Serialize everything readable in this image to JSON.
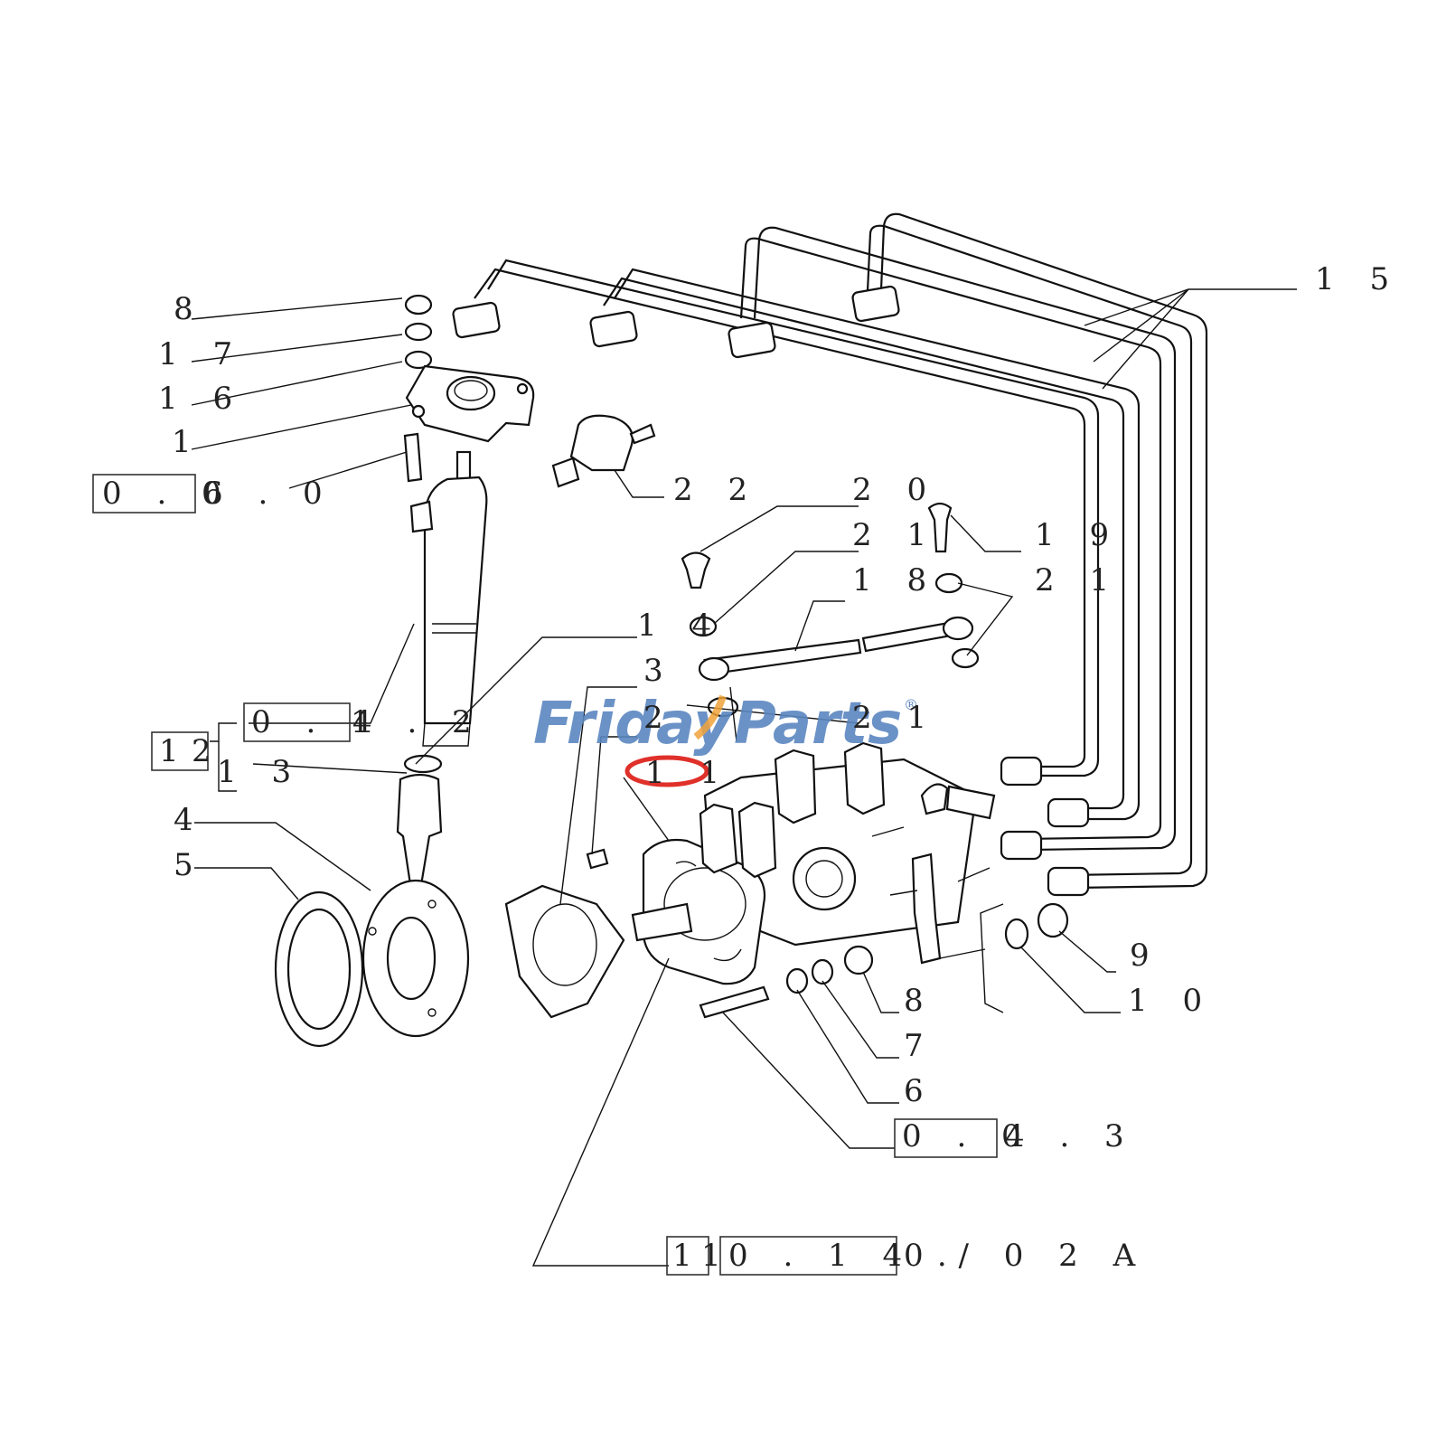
{
  "labels": {
    "l15": "1 5",
    "l8a": "8",
    "l17": "1 7",
    "l16": "1 6",
    "l1": "1",
    "ref060a": "0 . 0",
    "ref060b": "6 . 0",
    "l22": "2 2",
    "l20": "2 0",
    "l21a": "2 1",
    "l19": "1 9",
    "l18": "1 8",
    "l21b": "2 1",
    "l14": "1 4",
    "l3": "3",
    "l2": "2",
    "l21c": "2 1",
    "ref142a": "0 . 1",
    "ref142b": "4 . 2",
    "l12a": "1",
    "l12b": "2",
    "l13": "1 3",
    "l4": "4",
    "l5": "5",
    "l11": "1 1",
    "l9": "9",
    "l10": "1 0",
    "l8b": "8",
    "l7": "7",
    "l6": "6",
    "ref043a": "0 . 0",
    "ref043b": "4 . 3",
    "ref1a": "1",
    "ref1b": "1",
    "ref1c": "0 . 1 4 .",
    "ref1d": "0 / 0 2 A"
  },
  "watermark": {
    "brand_a": "Friday",
    "brand_b": "Parts",
    "registered": "®"
  },
  "colors": {
    "highlight": "#e0302a",
    "brand_blue": "#5b87c0",
    "brand_orange": "#f0a23a"
  }
}
